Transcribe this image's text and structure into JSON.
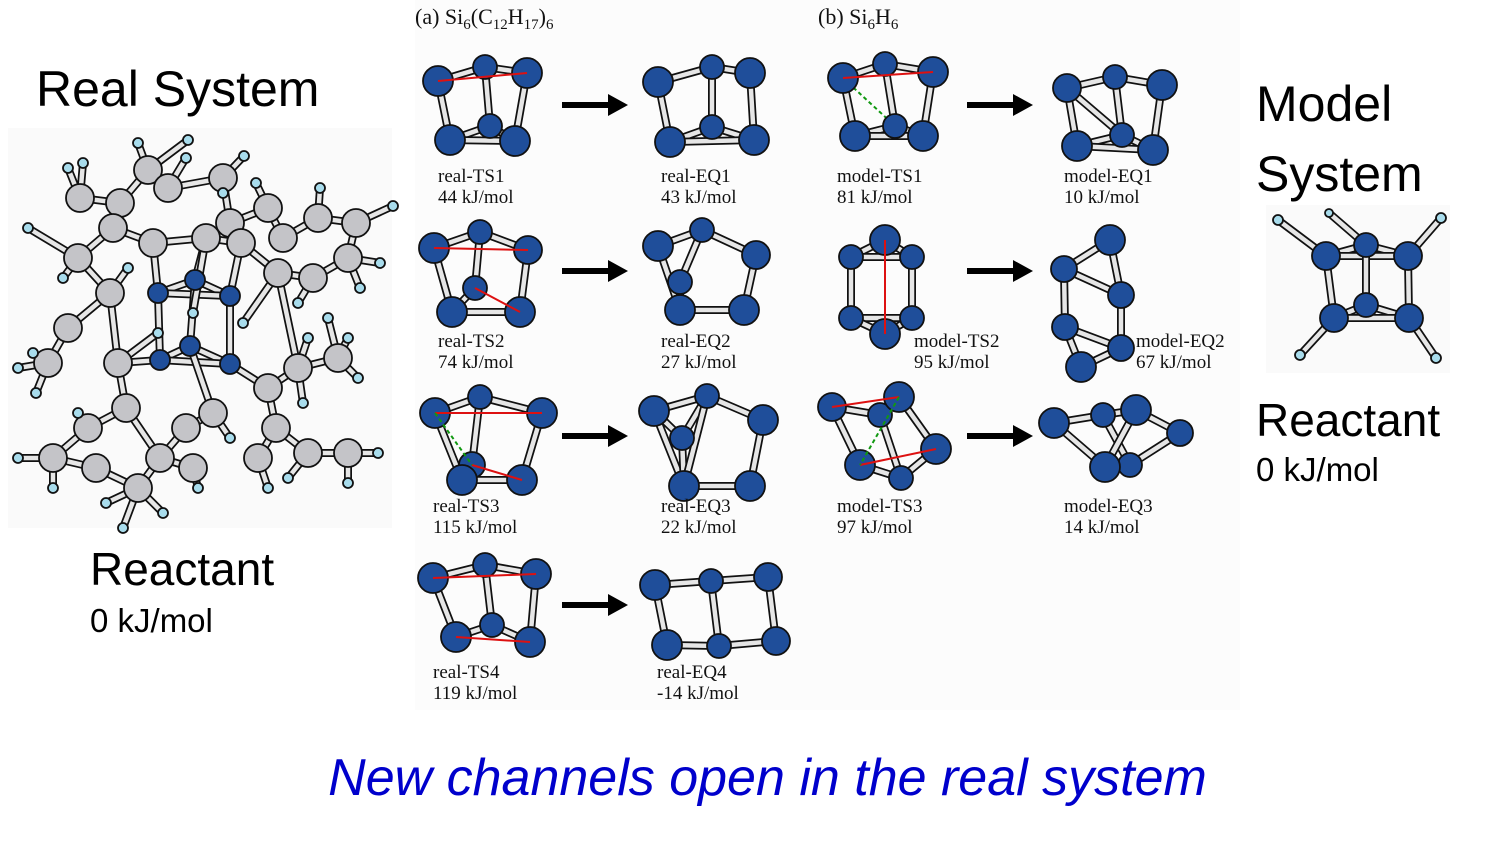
{
  "left": {
    "title": "Real System",
    "reactant_label": "Reactant",
    "reactant_energy": "0 kJ/mol"
  },
  "right": {
    "title_line1": "Model",
    "title_line2": "System",
    "reactant_label": "Reactant",
    "reactant_energy": "0 kJ/mol"
  },
  "panel_a": {
    "prefix": "(a) Si",
    "sub1": "6",
    "mid1": "(C",
    "sub2": "12",
    "mid2": "H",
    "sub3": "17",
    "mid3": ")",
    "sub4": "6",
    "rows": [
      {
        "ts_name": "real-TS1",
        "ts_energy": "44 kJ/mol",
        "eq_name": "real-EQ1",
        "eq_energy": "43 kJ/mol"
      },
      {
        "ts_name": "real-TS2",
        "ts_energy": "74 kJ/mol",
        "eq_name": "real-EQ2",
        "eq_energy": "27 kJ/mol"
      },
      {
        "ts_name": "real-TS3",
        "ts_energy": "115 kJ/mol",
        "eq_name": "real-EQ3",
        "eq_energy": "22 kJ/mol"
      },
      {
        "ts_name": "real-TS4",
        "ts_energy": "119 kJ/mol",
        "eq_name": "real-EQ4",
        "eq_energy": "-14 kJ/mol"
      }
    ]
  },
  "panel_b": {
    "prefix": "(b) Si",
    "sub1": "6",
    "mid1": "H",
    "sub2": "6",
    "rows": [
      {
        "ts_name": "model-TS1",
        "ts_energy": "81 kJ/mol",
        "eq_name": "model-EQ1",
        "eq_energy": "10 kJ/mol"
      },
      {
        "ts_name": "model-TS2",
        "ts_energy": "95 kJ/mol",
        "eq_name": "model-EQ2",
        "eq_energy": "67 kJ/mol"
      },
      {
        "ts_name": "model-TS3",
        "ts_energy": "97 kJ/mol",
        "eq_name": "model-EQ3",
        "eq_energy": "14 kJ/mol"
      }
    ]
  },
  "caption": "New channels open in the real system",
  "colors": {
    "silicon": "#1f4e9a",
    "carbon": "#c4c4c8",
    "hydrogen": "#a8dcec",
    "bond": "#e6e6e6",
    "forming_bond": "#dd1111",
    "breaking_bond": "#119911",
    "caption": "#0000cc"
  }
}
